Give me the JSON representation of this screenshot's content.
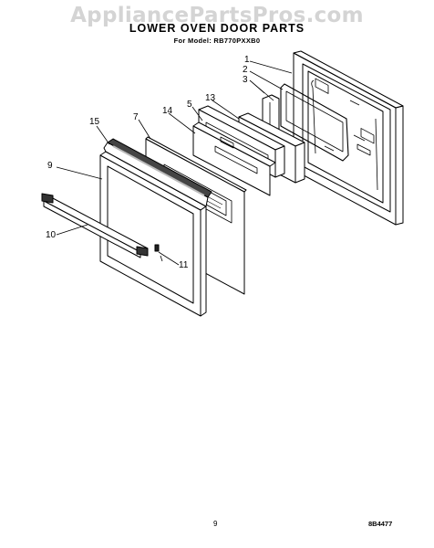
{
  "header": {
    "watermark": "AppliancePartsPros.com",
    "title": "LOWER OVEN DOOR PARTS",
    "model_line": "For Model: RB770PXXB0"
  },
  "callouts": {
    "c1": "1",
    "c2": "2",
    "c3": "3",
    "c5": "5",
    "c7": "7",
    "c9": "9",
    "c10": "10",
    "c11": "11",
    "c13": "13",
    "c14": "14",
    "c15": "15"
  },
  "footer": {
    "page_number": "9",
    "figure_code": "8B4477"
  }
}
